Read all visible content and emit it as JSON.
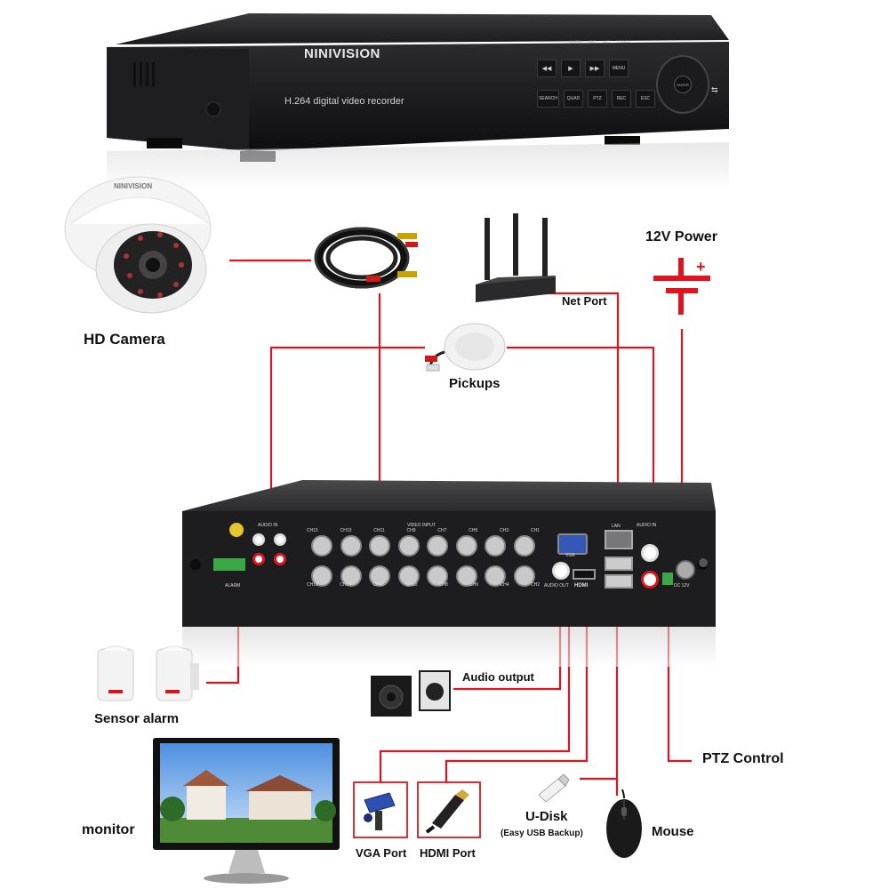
{
  "brand": "NINIVISION",
  "dvr_front": {
    "model_text": "H.264 digital video recorder",
    "buttons_row1": [
      "◀◀",
      "▶",
      "▶▶",
      "MENU"
    ],
    "buttons_row2": [
      "SEARCH",
      "QUAD",
      "PTZ",
      "REC",
      "ESC"
    ],
    "leds": [
      "ALARM",
      "REC",
      "NET",
      "POWER"
    ],
    "dial_center": "ENTER"
  },
  "dvr_rear": {
    "audio_in_left": "AUDIO IN",
    "video_input": "VIDEO INPUT",
    "channels_top": [
      "CH15",
      "CH13",
      "CH11",
      "CH9",
      "CH7",
      "CH5",
      "CH3",
      "CH1"
    ],
    "channels_bottom": [
      "CH16",
      "CH14",
      "CH12",
      "CH10",
      "CH8",
      "CH6",
      "CH4",
      "CH2"
    ],
    "vga": "VGA",
    "audio_out": "AUDIO OUT",
    "hdmi": "HDMI",
    "lan": "LAN",
    "audio_in_right": "AUDIO IN",
    "alarm": "ALARM",
    "dc": "DC 12V"
  },
  "labels": {
    "hd_camera": "HD Camera",
    "power": "12V Power",
    "net_port": "Net Port",
    "pickups": "Pickups",
    "sensor_alarm": "Sensor alarm",
    "audio_output": "Audio output",
    "ptz_control": "PTZ Control",
    "monitor": "monitor",
    "vga_port": "VGA Port",
    "hdmi_port": "HDMI Port",
    "udisk": "U-Disk",
    "udisk_sub": "(Easy USB Backup)",
    "mouse": "Mouse"
  },
  "colors": {
    "wire": "#e0141e",
    "device": "#1c1c1e"
  }
}
